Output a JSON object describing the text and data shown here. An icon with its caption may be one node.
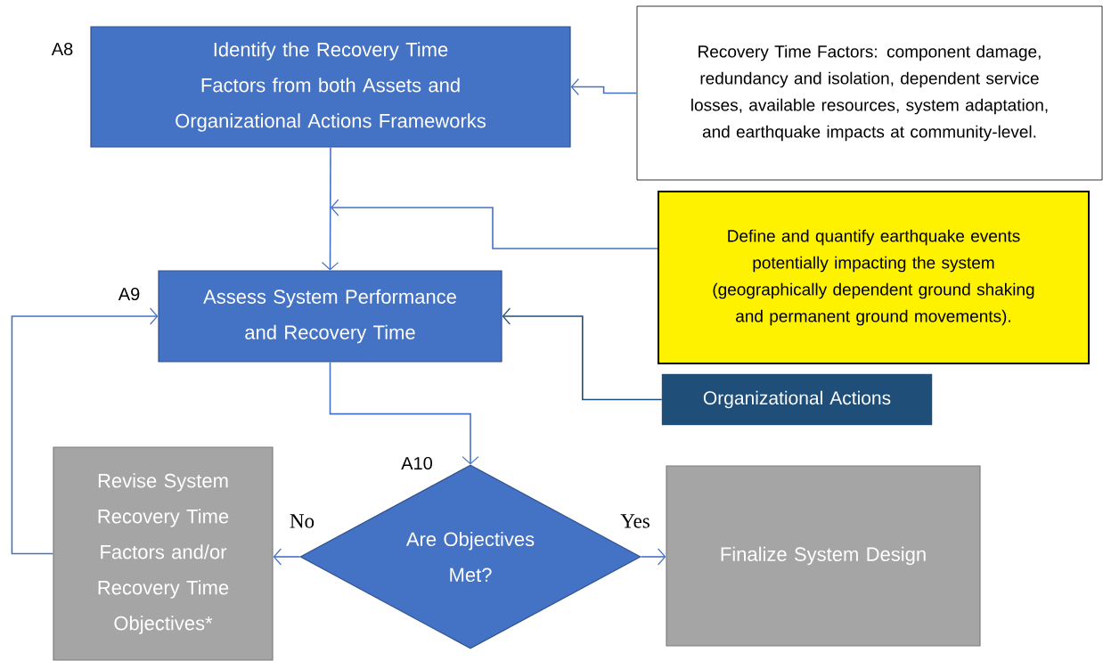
{
  "diagram": {
    "nodes": [
      {
        "text": [
          "Identify the Recovery Time Factors from both Assets and Organizational Actions Frameworks"
        ],
        "beside": [
          "A8"
        ]
      },
      {
        "text": [
          "Recovery Time Factors: component damage, redundancy and isolation, dependent service losses, available resources, system adaptation, and earthquake impacts at community-level."
        ]
      },
      {
        "text": [
          "Assess System Performance and Recovery Time"
        ],
        "beside": [
          "A9"
        ]
      },
      {
        "text": [
          "Define and quantify earthquake events potentially impacting the system (geographically dependent ground shaking and permanent ground movements)."
        ]
      },
      {
        "text": [
          "Organizational Actions"
        ]
      },
      {
        "text": [
          "Are Objectives Met?"
        ],
        "beside": [
          "A10"
        ]
      },
      {
        "text": [
          "Revise System Recovery Time Factors and/or Recovery Time Objectives*"
        ]
      },
      {
        "text": [
          "Finalize System Design"
        ]
      }
    ],
    "edges": [
      {
        "from": 1,
        "to": 0,
        "arrow": "to"
      },
      {
        "from": 0,
        "to": 2,
        "arrow": "to"
      },
      {
        "from": 3,
        "to": null,
        "arrow": "to"
      },
      {
        "from": 4,
        "to": 2,
        "arrow": "to",
        "color": "#1f4e79"
      },
      {
        "from": 2,
        "to": 5,
        "arrow": "to"
      },
      {
        "from": 5,
        "to": 6,
        "arrow": "to",
        "label": "No"
      },
      {
        "from": 5,
        "to": 7,
        "arrow": "to",
        "label": "Yes"
      },
      {
        "from": 6,
        "to": 2,
        "arrow": "to"
      }
    ]
  }
}
